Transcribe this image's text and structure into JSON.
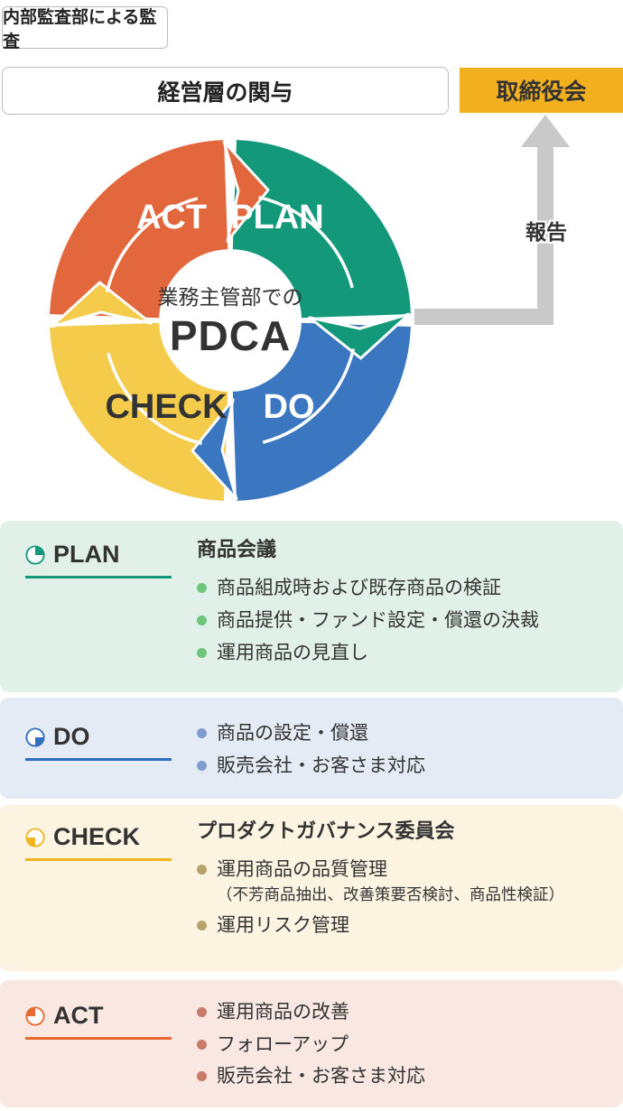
{
  "header": {
    "audit_label": "内部監査部による監査",
    "management_label": "経営層の関与",
    "board_label": "取締役会"
  },
  "report_arrow": {
    "label": "報告",
    "color": "#C9C9C9"
  },
  "wheel": {
    "center_line1": "業務主管部での",
    "center_line2": "PDCA",
    "quadrants": {
      "act": {
        "label": "ACT",
        "color": "#E2673C"
      },
      "plan": {
        "label": "PLAN",
        "color": "#13997A"
      },
      "do": {
        "label": "DO",
        "color": "#3B76C0"
      },
      "check": {
        "label": "CHECK",
        "color": "#F5CB4B"
      }
    }
  },
  "sections": [
    {
      "id": "plan",
      "label": "PLAN",
      "heading": "商品会議",
      "accent_color": "#13997A",
      "background": "#E1F1E9",
      "bullet_color": "#6FC57C",
      "bullets": [
        {
          "text": "商品組成時および既存商品の検証"
        },
        {
          "text": "商品提供・ファンド設定・償還の決裁"
        },
        {
          "text": "運用商品の見直し"
        }
      ]
    },
    {
      "id": "do",
      "label": "DO",
      "accent_color": "#2E6EBE",
      "background": "#E4EBF4",
      "bullet_color": "#7E9DCE",
      "bullets": [
        {
          "text": "商品の設定・償還"
        },
        {
          "text": "販売会社・お客さま対応"
        }
      ]
    },
    {
      "id": "check",
      "label": "CHECK",
      "heading": "プロダクトガバナンス委員会",
      "accent_color": "#F0B41E",
      "background": "#FCF4E1",
      "bullet_color": "#B7A269",
      "bullets": [
        {
          "text": "運用商品の品質管理",
          "note": "（不芳商品抽出、改善策要否検討、商品性検証）"
        },
        {
          "text": "運用リスク管理"
        }
      ]
    },
    {
      "id": "act",
      "label": "ACT",
      "accent_color": "#E8682F",
      "background": "#F9E8E1",
      "bullet_color": "#C87A6B",
      "bullets": [
        {
          "text": "運用商品の改善"
        },
        {
          "text": "フォローアップ"
        },
        {
          "text": "販売会社・お客さま対応"
        }
      ]
    }
  ]
}
